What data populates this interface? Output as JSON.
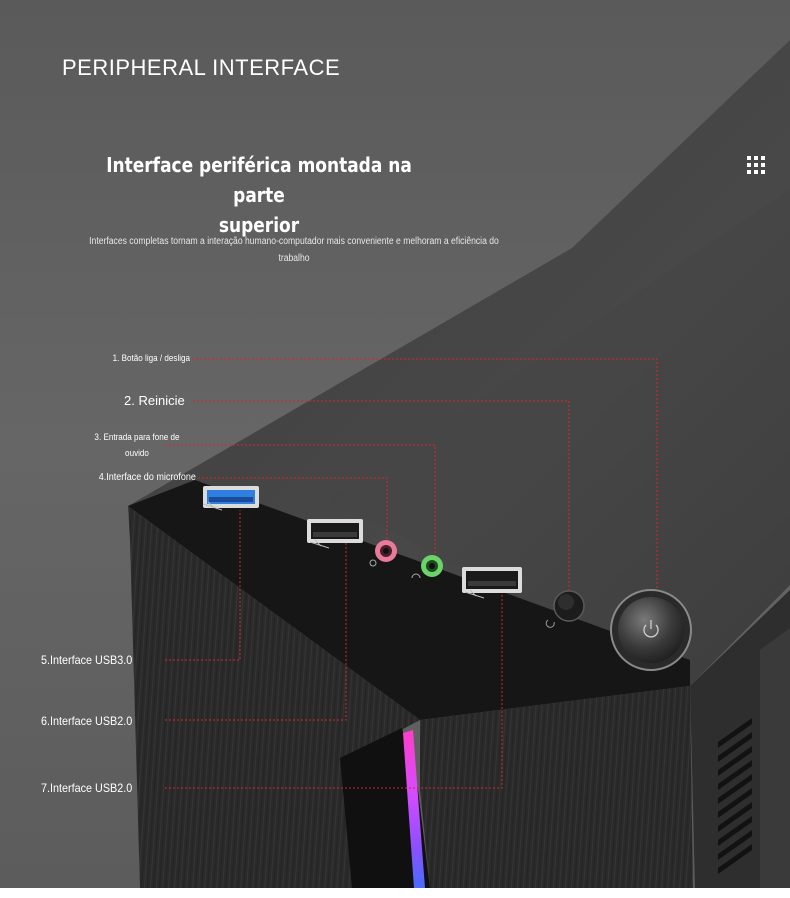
{
  "header": {
    "title": "PERIPHERAL INTERFACE"
  },
  "headline": {
    "line1": "Interface periférica montada na parte",
    "line2": "superior",
    "subtitle_line1": "Interfaces completas tornam a interação humano-computador mais conveniente e melhoram a eficiência do",
    "subtitle_line2": "trabalho"
  },
  "callouts": [
    {
      "id": "power",
      "label": "1. Botão liga / desliga"
    },
    {
      "id": "reset",
      "label": "2. Reinicie"
    },
    {
      "id": "headphone",
      "line1": "3. Entrada para fone de",
      "line2": "ouvido"
    },
    {
      "id": "microphone",
      "label": "4.Interface do microfone"
    },
    {
      "id": "usb3",
      "label": "5.Interface USB3.0"
    },
    {
      "id": "usb2a",
      "label": "6.Interface USB2.0"
    },
    {
      "id": "usb2b",
      "label": "7.Interface USB2.0"
    }
  ],
  "icons": {
    "menu": "grid-menu-icon",
    "power": "power-icon",
    "usb": "usb-icon",
    "headphone": "headphone-icon",
    "microphone": "microphone-icon",
    "reset": "reset-icon"
  },
  "colors": {
    "leader_line": "#d2282a",
    "usb3_port": "#2f7fe0",
    "mic_jack": "#e87a9a",
    "headphone_jack": "#6bd36a",
    "background": "#606060"
  }
}
